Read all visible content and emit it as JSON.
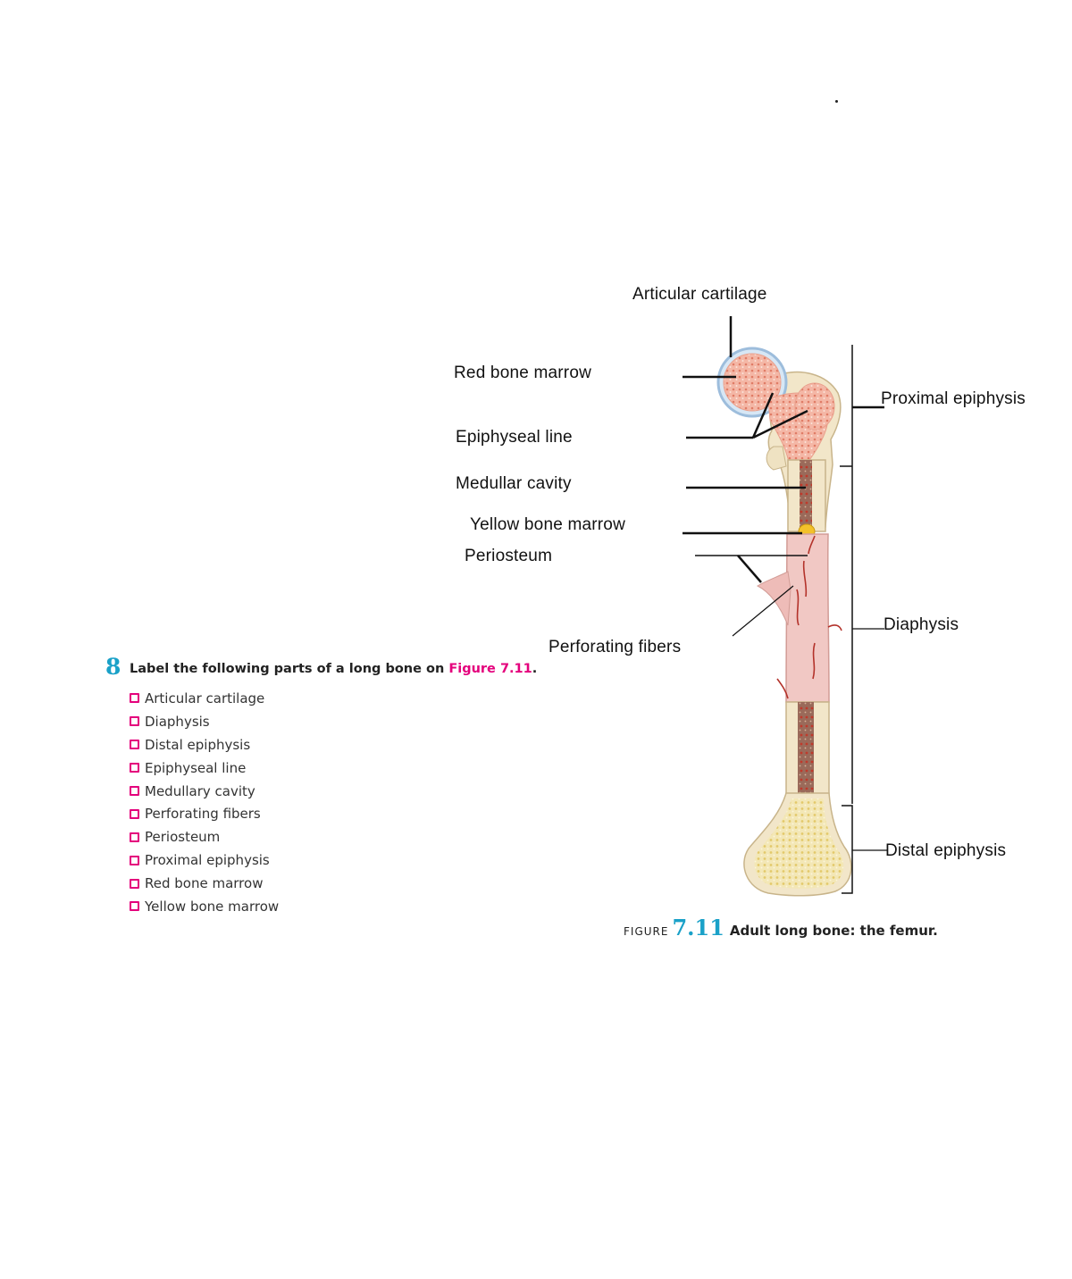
{
  "figure_labels": {
    "articular_cartilage": "Articular cartilage",
    "red_bone_marrow": "Red bone marrow",
    "epiphyseal_line": "Epiphyseal line",
    "medullar_cavity": "Medullar cavity",
    "yellow_bone_marrow": "Yellow bone marrow",
    "periosteum": "Periosteum",
    "perforating_fibers": "Perforating fibers",
    "proximal_epiphysis": "Proximal epiphysis",
    "diaphysis": "Diaphysis",
    "distal_epiphysis": "Distal epiphysis"
  },
  "exercise": {
    "number": "8",
    "prompt": "Label the following parts of a long bone on ",
    "figure_ref": "Figure 7.11",
    "prompt_end": ".",
    "items": [
      "Articular cartilage",
      "Diaphysis",
      "Distal epiphysis",
      "Epiphyseal line",
      "Medullary cavity",
      "Perforating fibers",
      "Periosteum",
      "Proximal epiphysis",
      "Red bone marrow",
      "Yellow bone marrow"
    ]
  },
  "caption": {
    "word": "FIGURE",
    "number": "7.11",
    "text": "Adult long bone: the femur."
  },
  "colors": {
    "accent_blue": "#1aa1c8",
    "accent_magenta": "#e4007c",
    "bone_pink": "#f0c9c3",
    "red_marrow": "#ec9b86",
    "yellow_marrow": "#f0dfa0",
    "cartilage_blue": "#a9c9e6"
  }
}
